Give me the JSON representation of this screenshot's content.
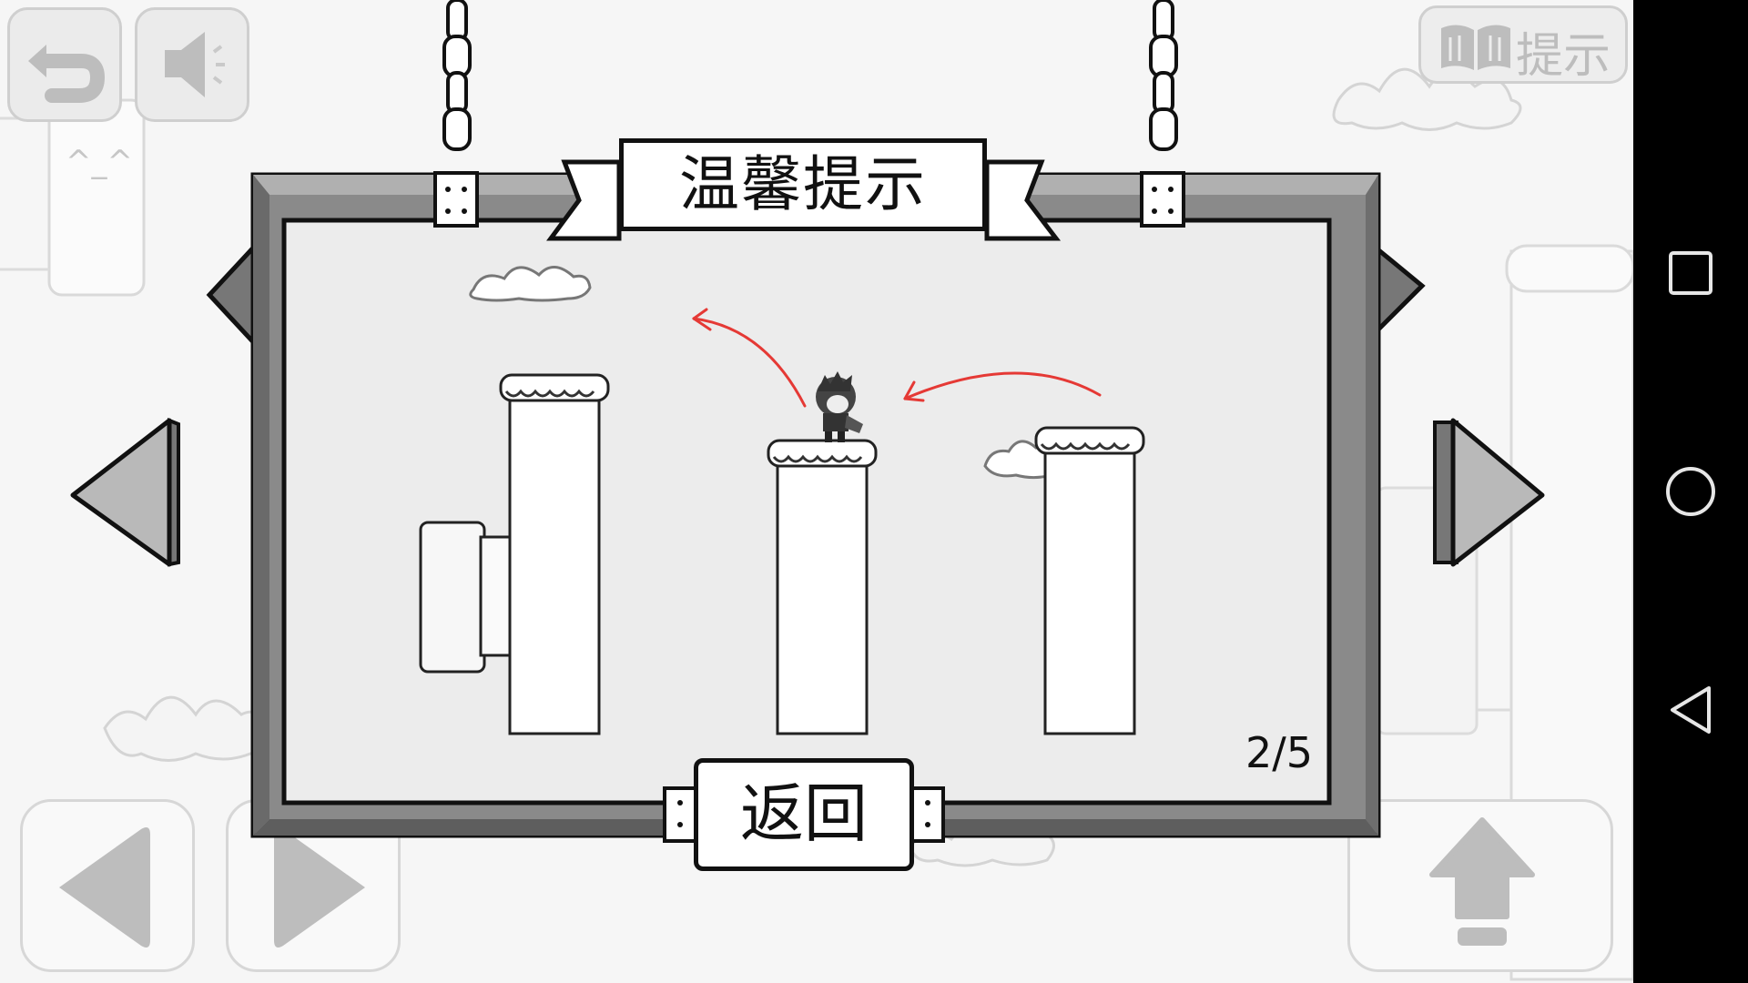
{
  "top_bar": {
    "undo_icon": "undo-arrow-icon",
    "sound_icon": "speaker-muted-icon",
    "hint_icon": "open-book-icon",
    "hint_label": "提示"
  },
  "background": {
    "face_text": "^_^"
  },
  "dialog": {
    "title": "温馨提示",
    "page_indicator": "2/5",
    "back_label": "返回",
    "prev_icon": "triangle-left-icon",
    "next_icon": "triangle-right-icon"
  },
  "illustration": {
    "character": "hooded-character",
    "hint_arrows": "red-curved-arrows"
  },
  "controls": {
    "left_icon": "left-arrow-icon",
    "right_icon": "right-arrow-icon",
    "jump_icon": "jump-up-arrow-icon"
  },
  "system_nav": {
    "recents_icon": "square-icon",
    "home_icon": "circle-icon",
    "back_icon": "triangle-back-icon"
  },
  "colors": {
    "frame": "#888888",
    "ink": "#111111",
    "hint_arrow": "#e53935",
    "panel": "#ececec"
  }
}
